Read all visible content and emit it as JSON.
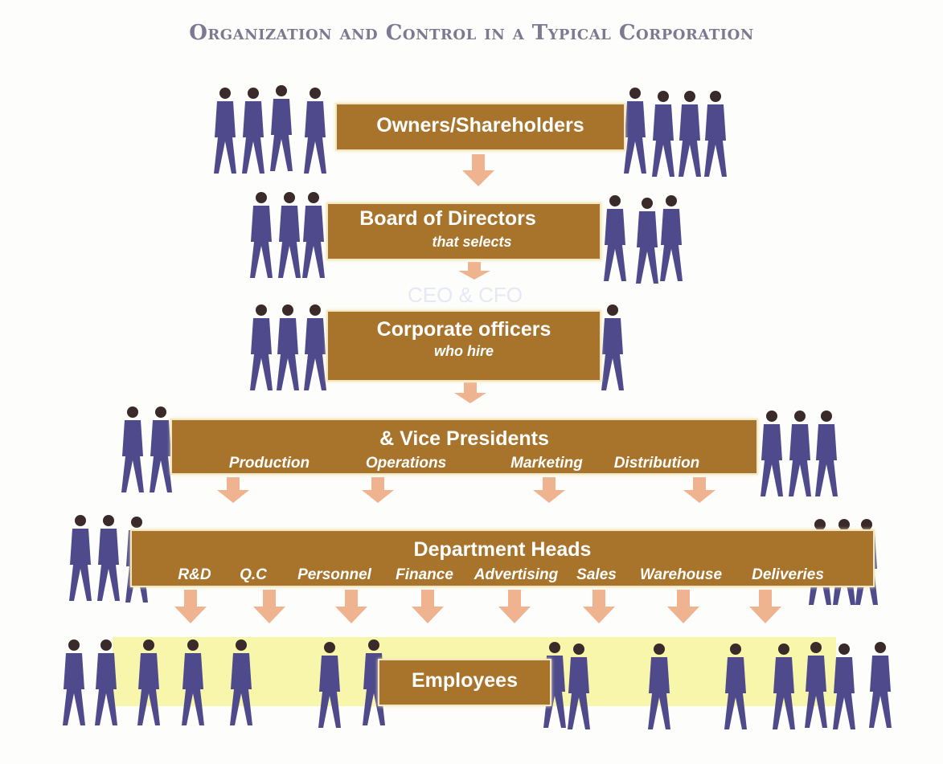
{
  "title": "Organization and Control in a Typical Corporation",
  "levels": {
    "owners": {
      "label": "Owners/Shareholders"
    },
    "board": {
      "label": "Board of Directors",
      "sub": "that selects"
    },
    "ceo": {
      "label": "CEO & CFO"
    },
    "officers": {
      "label": "Corporate officers",
      "sub": "who hire"
    },
    "vps": {
      "label": "& Vice Presidents",
      "items": [
        "Production",
        "Operations",
        "Marketing",
        "Distribution"
      ]
    },
    "depts": {
      "label": "Department Heads",
      "items": [
        "R&D",
        "Q.C",
        "Personnel",
        "Finance",
        "Advertising",
        "Sales",
        "Warehouse",
        "Deliveries"
      ]
    },
    "employees": {
      "label": "Employees"
    }
  },
  "colors": {
    "box": "#a8732a",
    "arrow": "#eca67c",
    "figures": "#4e4a8c",
    "band": "#f5f38f",
    "title": "#7d7991"
  }
}
